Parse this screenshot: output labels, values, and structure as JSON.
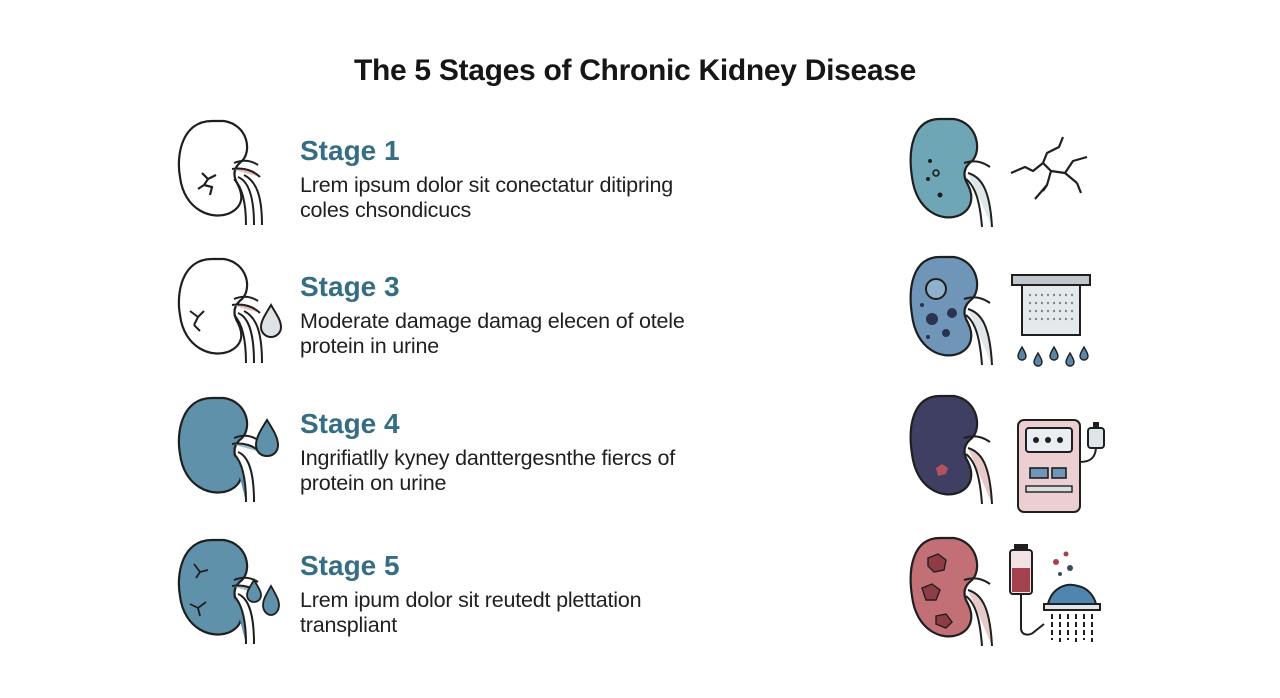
{
  "title": "The 5 Stages of Chronic Kidney Disease",
  "stages": [
    {
      "heading": "Stage 1",
      "desc_line1": "Lrem ipsum dolor sit conectatur ditipring",
      "desc_line2": "coles chsondicucs",
      "kidney_color": "#ffffff",
      "right_kidney_color": "#6fa6b6"
    },
    {
      "heading": "Stage 3",
      "desc_line1": "Moderate damage damag elecen of otele",
      "desc_line2": "protein in urine",
      "kidney_color": "#ffffff",
      "right_kidney_color": "#6f96b8"
    },
    {
      "heading": "Stage 4",
      "desc_line1": "Ingrifiatlly kyney danttergesnthe fiercs of",
      "desc_line2": "protein on urine",
      "kidney_color": "#5f91aa",
      "right_kidney_color": "#3f3f63"
    },
    {
      "heading": "Stage 5",
      "desc_line1": "Lrem ipum dolor sit reutedt plettation",
      "desc_line2": "transpliant",
      "kidney_color": "#5f91aa",
      "right_kidney_color": "#c26f76"
    }
  ],
  "icons": {
    "row1_right": "cracked-lines-icon",
    "row2_right": "filter-showerhead-icon",
    "row3_right": "dialysis-machine-icon",
    "row4_right": "blood-bag-filter-icon"
  }
}
